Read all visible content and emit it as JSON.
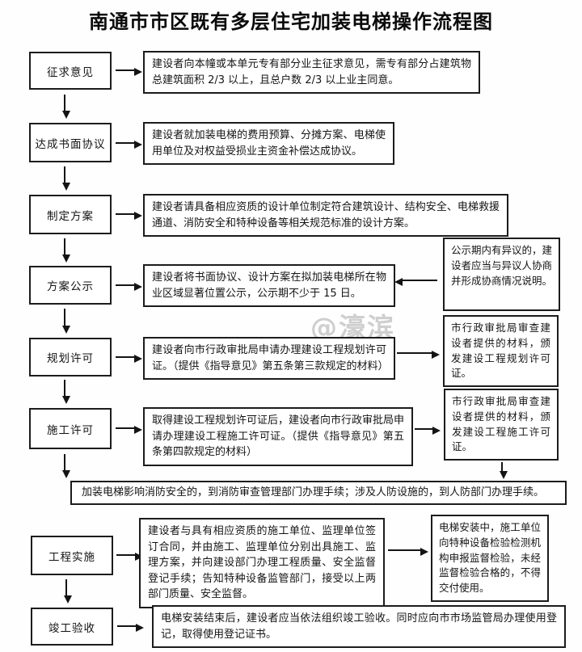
{
  "title": "南通市市区既有多层住宅加装电梯操作流程图",
  "watermark": "@濠滨",
  "flow": {
    "rows": [
      {
        "step": "征求意见",
        "desc": "建设者向本幢或本单元专有部分业主征求意见，需专有部分占建筑物总建筑面积 2/3 以上，且总户数 2/3 以上业主同意。"
      },
      {
        "step": "达成书面协议",
        "desc": "建设者就加装电梯的费用预算、分摊方案、电梯使用单位及对权益受损业主资金补偿达成协议。"
      },
      {
        "step": "制定方案",
        "desc": "建设者请具备相应资质的设计单位制定符合建筑设计、结构安全、电梯救援通道、消防安全和特种设备等相关规范标准的设计方案。"
      },
      {
        "step": "方案公示",
        "desc": "建设者将书面协议、设计方案在拟加装电梯所在物业区域显著位置公示，公示期不少于 15 日。"
      },
      {
        "step": "规划许可",
        "desc": "建设者向市行政审批局申请办理建设工程规划许可证。（提供《指导意见》第五条第三款规定的材料）"
      },
      {
        "step": "施工许可",
        "desc": "取得建设工程规划许可证后，建设者向市行政审批局申请办理建设工程施工许可证。（提供《指导意见》第五条第四款规定的材料）"
      },
      {
        "step": "工程实施",
        "desc": "建设者与具有相应资质的施工单位、监理单位签订合同，并由施工、监理单位分别出具施工、监理方案，并向建设部门办理工程质量、安全监督登记手续；告知特种设备监管部门，接受以上两部门质量、安全监督。"
      },
      {
        "step": "竣工验收",
        "desc": "电梯安装结束后，建设者应当依法组织竣工验收。同时应向市市场监管局办理使用登记，取得使用登记证书。"
      }
    ],
    "banner": "加装电梯影响消防安全的，到消防审查管理部门办理手续；涉及人防设施的，到人防部门办理手续。",
    "side_notes": [
      {
        "text": "公示期内有异议的，建设者应当与异议人协商并形成协商情况说明。"
      },
      {
        "text": "市行政审批局审查建设者提供的材料，颁发建设工程规划许可证。"
      },
      {
        "text": "市行政审批局审查建设者提供的材料，颁发建设工程施工许可证。"
      },
      {
        "text": "电梯安装中，施工单位向特种设备检验检测机构申报监督检验，未经监督检验合格的，不得交付使用。"
      }
    ]
  }
}
